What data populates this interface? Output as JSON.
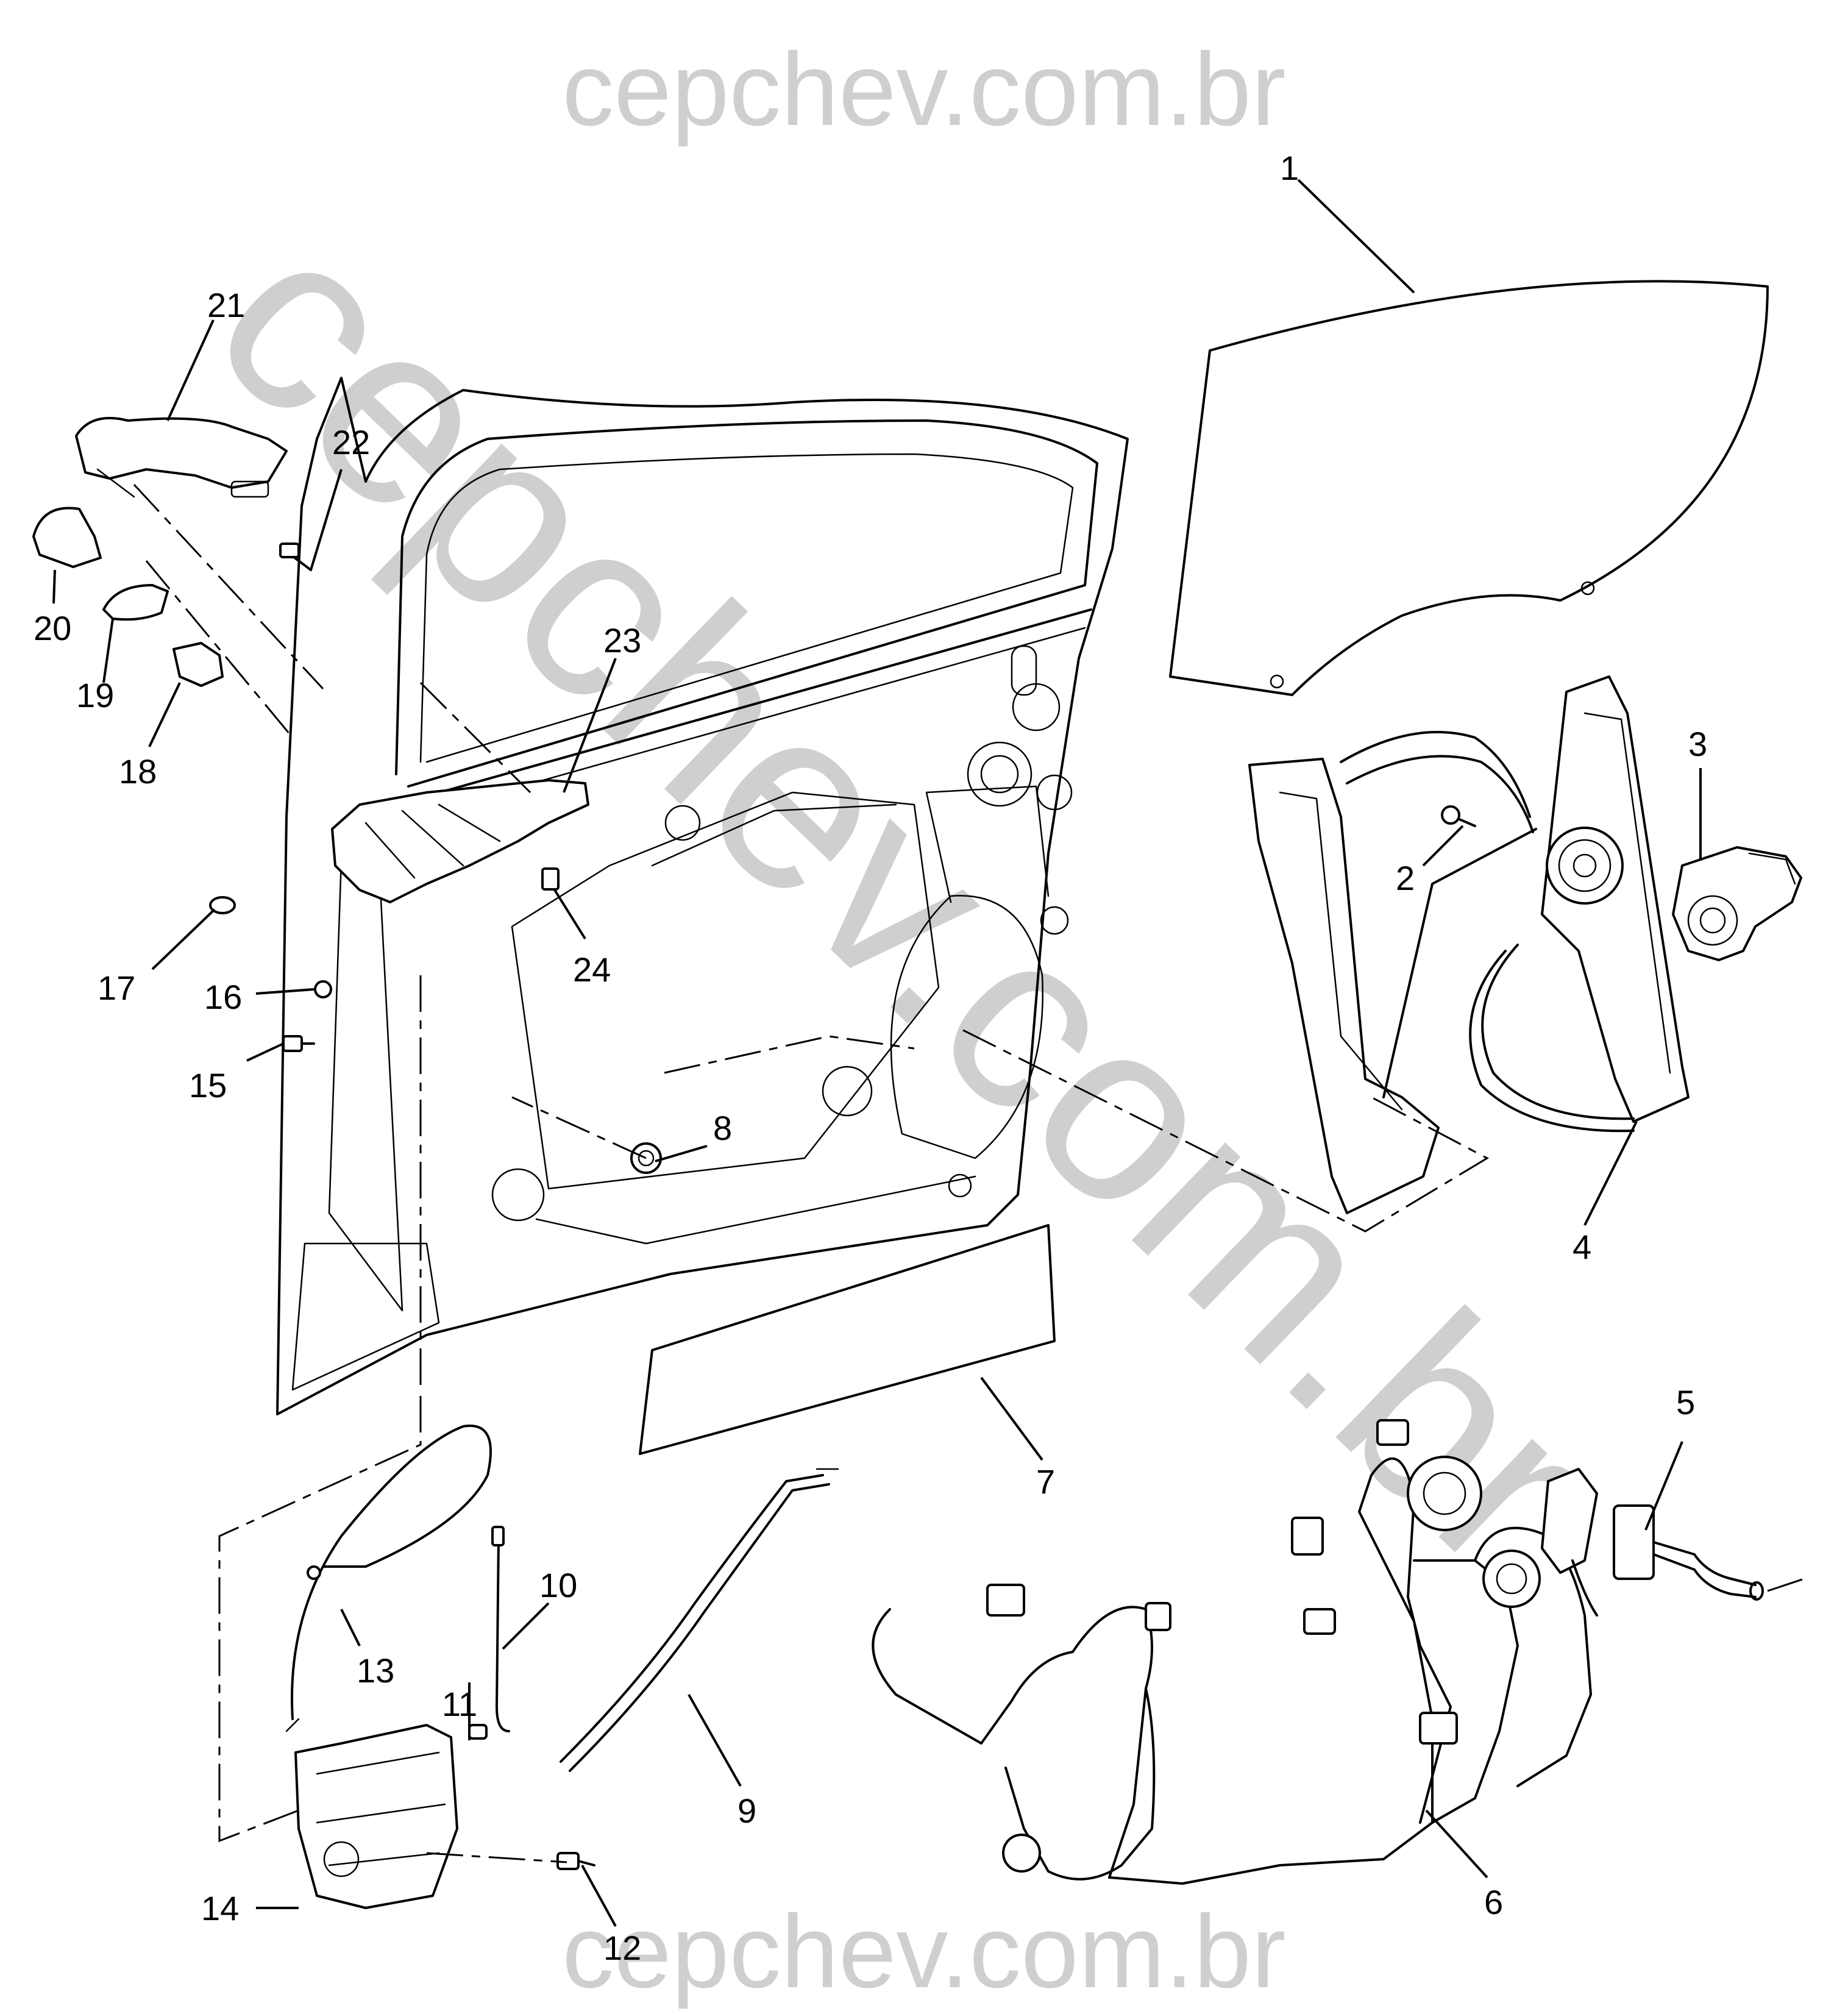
{
  "watermarks": {
    "top": "cepchev.com.br",
    "diagonal": "cepchev.com.br",
    "bottom": "cepchev.com.br"
  },
  "callouts": [
    "1",
    "2",
    "3",
    "4",
    "5",
    "6",
    "7",
    "8",
    "9",
    "10",
    "11",
    "12",
    "13",
    "14",
    "15",
    "16",
    "17",
    "18",
    "19",
    "20",
    "21",
    "22",
    "23",
    "24"
  ],
  "icons": {
    "door_panel": "front-door-inner-panel-icon",
    "window_glass": "window-glass-icon",
    "window_regulator": "window-regulator-icon",
    "regulator_motor": "window-motor-icon",
    "wiring_harness": "wiring-harness-icon",
    "door_latch": "door-latch-icon"
  }
}
